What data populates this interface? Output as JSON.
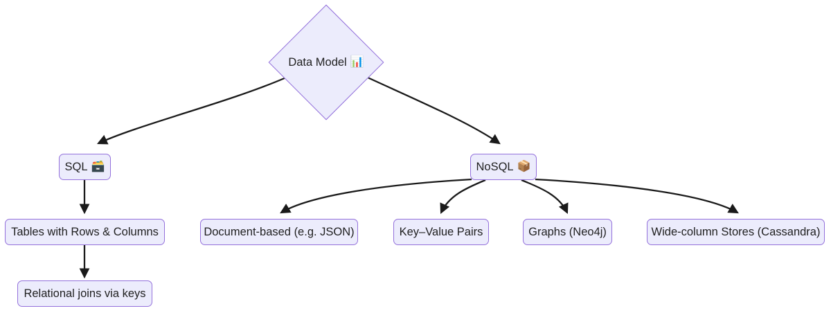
{
  "diagram": {
    "type": "flowchart",
    "direction": "top-down",
    "background_color": "#ffffff",
    "node_fill_color": "#ececfc",
    "node_border_color": "#9370db",
    "edge_color": "#1a1a1a",
    "text_color": "#1f1f1f",
    "root": {
      "id": "data-model",
      "shape": "diamond",
      "label": "Data Model",
      "emoji": "📊",
      "emoji_name": "bar-chart-emoji"
    },
    "nodes": [
      {
        "id": "sql",
        "shape": "rounded-rect",
        "label": "SQL",
        "emoji": "🗃️",
        "emoji_name": "card-file-box-emoji"
      },
      {
        "id": "nosql",
        "shape": "rounded-rect",
        "label": "NoSQL",
        "emoji": "📦",
        "emoji_name": "package-emoji"
      },
      {
        "id": "tables",
        "shape": "rounded-rect",
        "label": "Tables with Rows & Columns",
        "emoji": "",
        "emoji_name": ""
      },
      {
        "id": "joins",
        "shape": "rounded-rect",
        "label": "Relational joins via keys",
        "emoji": "",
        "emoji_name": ""
      },
      {
        "id": "document",
        "shape": "rounded-rect",
        "label": "Document-based (e.g. JSON)",
        "emoji": "",
        "emoji_name": ""
      },
      {
        "id": "keyvalue",
        "shape": "rounded-rect",
        "label": "Key–Value Pairs",
        "emoji": "",
        "emoji_name": ""
      },
      {
        "id": "graphs",
        "shape": "rounded-rect",
        "label": "Graphs (Neo4j)",
        "emoji": "",
        "emoji_name": ""
      },
      {
        "id": "widecolumn",
        "shape": "rounded-rect",
        "label": "Wide-column Stores (Cassandra)",
        "emoji": "",
        "emoji_name": ""
      }
    ],
    "edges": [
      {
        "from": "data-model",
        "to": "sql"
      },
      {
        "from": "data-model",
        "to": "nosql"
      },
      {
        "from": "sql",
        "to": "tables"
      },
      {
        "from": "tables",
        "to": "joins"
      },
      {
        "from": "nosql",
        "to": "document"
      },
      {
        "from": "nosql",
        "to": "keyvalue"
      },
      {
        "from": "nosql",
        "to": "graphs"
      },
      {
        "from": "nosql",
        "to": "widecolumn"
      }
    ]
  }
}
